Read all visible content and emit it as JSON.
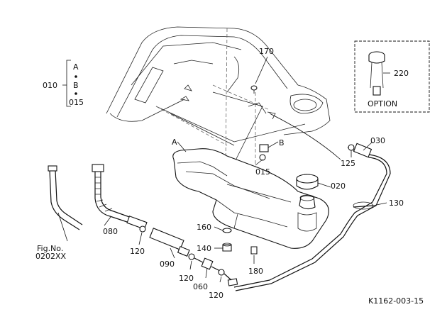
{
  "figure": {
    "code": "K1162-003-15",
    "fig_ref": {
      "line1": "Fig.No.",
      "line2": "0202XX"
    }
  },
  "option_box": {
    "title": "OPTION",
    "part": "220"
  },
  "bracket_group": {
    "outer": "010",
    "top": "A",
    "mid": "B",
    "bottom": "015"
  },
  "points": {
    "a": "A",
    "b": "B"
  },
  "parts": {
    "p170": "170",
    "p030": "030",
    "p125": "125",
    "p015": "015",
    "p020": "020",
    "p130": "130",
    "p160": "160",
    "p140": "140",
    "p180": "180",
    "p080": "080",
    "p120a": "120",
    "p090": "090",
    "p120b": "120",
    "p060": "060",
    "p120c": "120"
  }
}
